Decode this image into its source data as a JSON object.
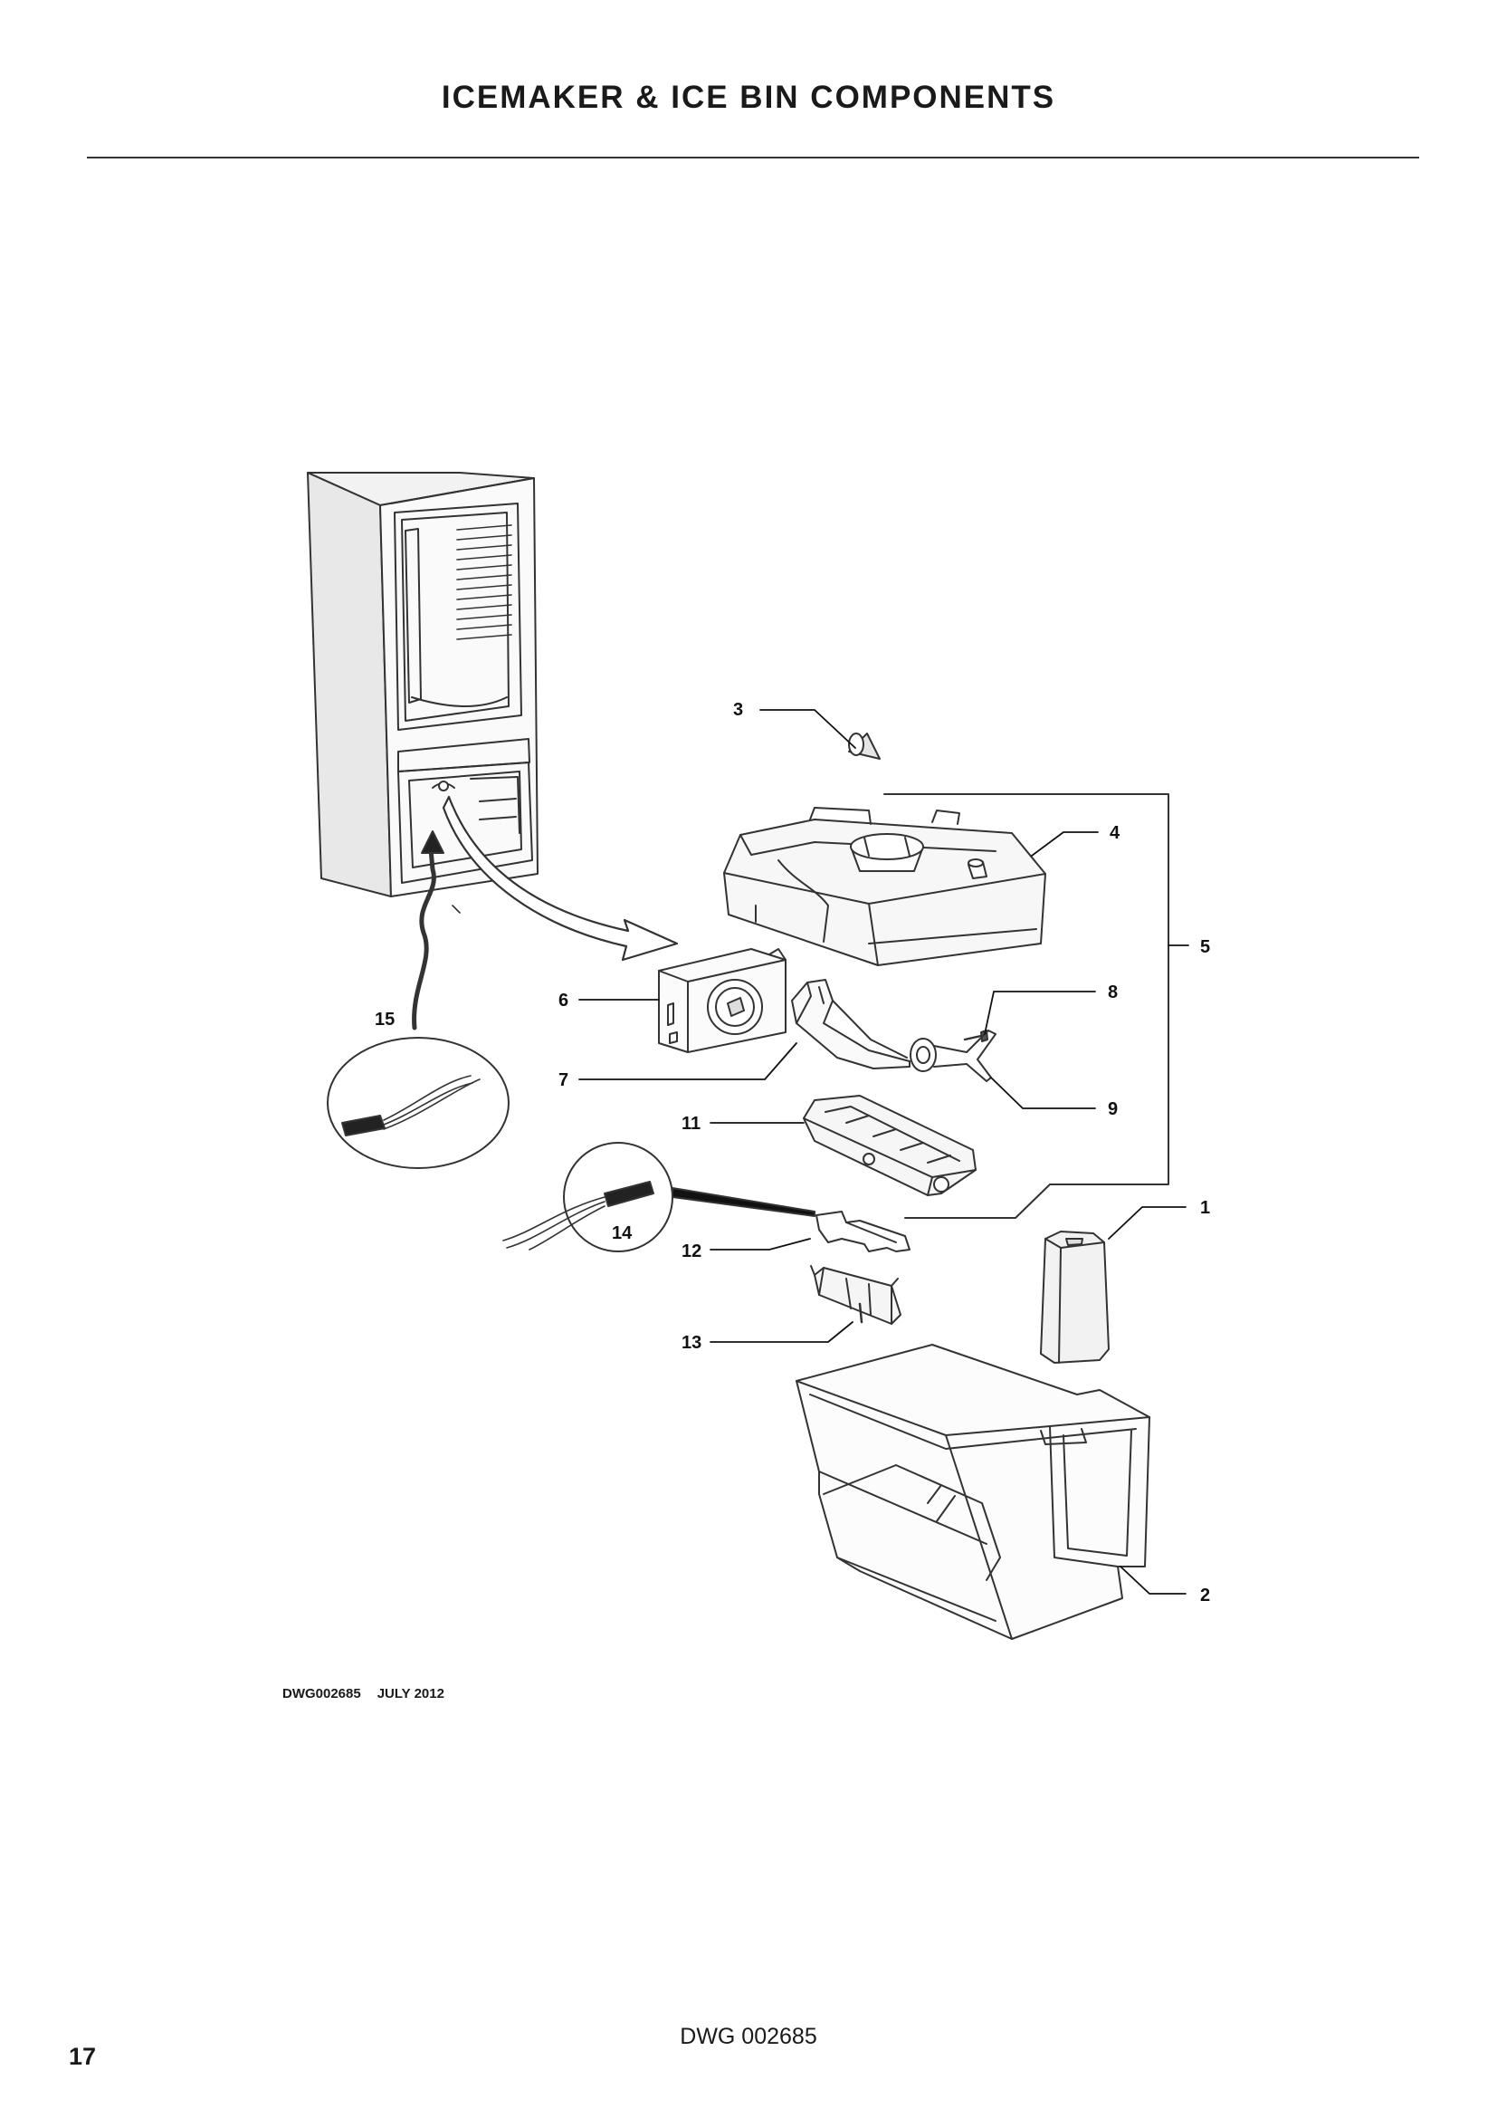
{
  "title": "ICEMAKER & ICE BIN COMPONENTS",
  "callouts": {
    "p1": "1",
    "p2": "2",
    "p3": "3",
    "p4": "4",
    "p5": "5",
    "p6": "6",
    "p7": "7",
    "p8": "8",
    "p9": "9",
    "p11": "11",
    "p12": "12",
    "p13": "13",
    "p14": "14",
    "p15": "15"
  },
  "drawing_ref": {
    "number": "DWG002685",
    "date": "JULY 2012"
  },
  "footer": {
    "dwg": "DWG 002685",
    "page_number": "17"
  }
}
